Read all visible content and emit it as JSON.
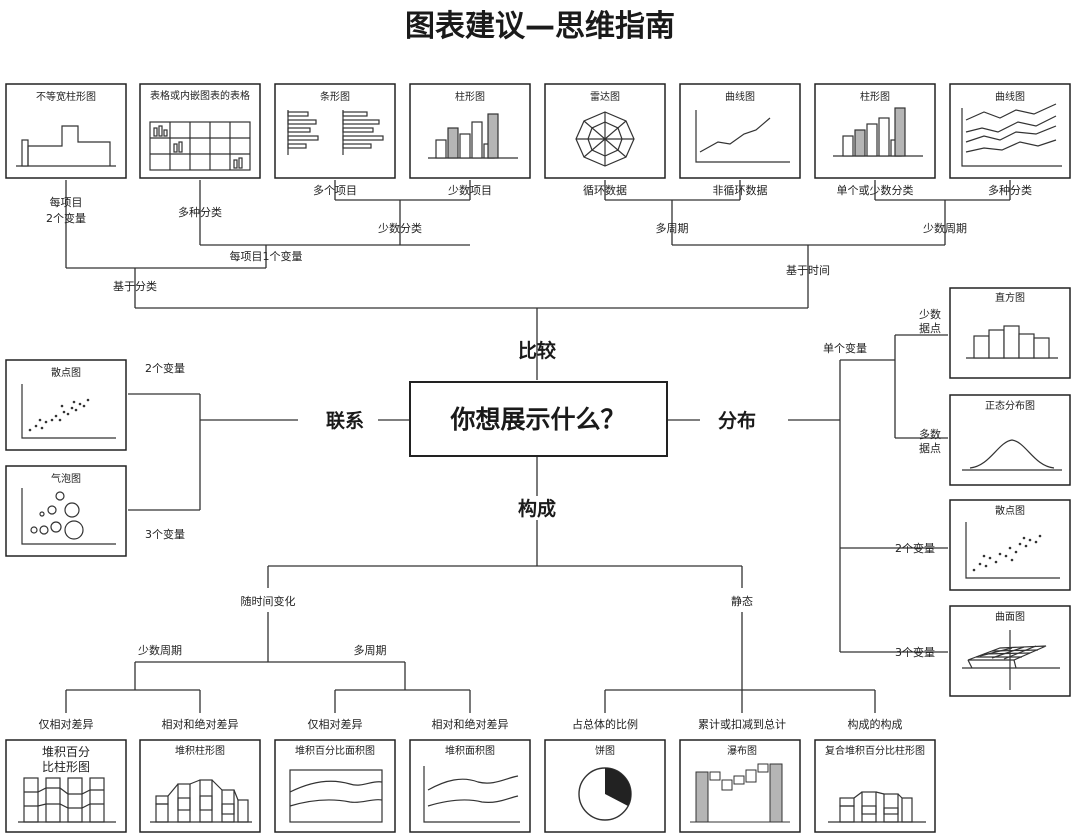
{
  "title": "图表建议—思维指南",
  "center": "你想展示什么？",
  "categories": {
    "compare": "比较",
    "relation": "联系",
    "distribution": "分布",
    "composition": "构成"
  },
  "compare": {
    "charts": [
      "不等宽柱形图",
      "表格或内嵌图表的表格",
      "条形图",
      "柱形图",
      "雷达图",
      "曲线图",
      "柱形图",
      "曲线图"
    ],
    "labels": {
      "per_item_2var_a": "每项目",
      "per_item_2var_b": "2个变量",
      "many_items": "多个项目",
      "few_items": "少数项目",
      "multi_category": "多种分类",
      "few_category": "少数分类",
      "per_item_1var": "每项目1个变量",
      "based_on_category": "基于分类",
      "cyclic": "循环数据",
      "non_cyclic": "非循环数据",
      "single_few_category": "单个或少数分类",
      "multi_category_r": "多种分类",
      "many_periods": "多周期",
      "few_periods": "少数周期",
      "based_on_time": "基于时间"
    }
  },
  "relation": {
    "charts": [
      "散点图",
      "气泡图"
    ],
    "labels": {
      "two_var": "2个变量",
      "three_var": "3个变量"
    }
  },
  "distribution": {
    "charts": [
      "直方图",
      "正态分布图",
      "散点图",
      "曲面图"
    ],
    "labels": {
      "single_var": "单个变量",
      "few_points_a": "少数",
      "few_points_b": "据点",
      "many_points_a": "多数",
      "many_points_b": "据点",
      "two_var": "2个变量",
      "three_var": "3个变量"
    }
  },
  "composition": {
    "labels": {
      "over_time": "随时间变化",
      "static": "静态",
      "few_periods": "少数周期",
      "many_periods": "多周期",
      "relative_only_1": "仅相对差异",
      "rel_abs_1": "相对和绝对差异",
      "relative_only_2": "仅相对差异",
      "rel_abs_2": "相对和绝对差异",
      "share_of_total": "占总体的比例",
      "accumulate": "累计或扣减到总计",
      "components_of_components": "构成的构成"
    },
    "charts": [
      "堆积百分比柱形图",
      "堆积柱形图",
      "堆积百分比面积图",
      "堆积面积图",
      "饼图",
      "瀑布图",
      "复合堆积百分比柱形图"
    ],
    "chart0_line1": "堆积百分",
    "chart0_line2": "比柱形图"
  }
}
